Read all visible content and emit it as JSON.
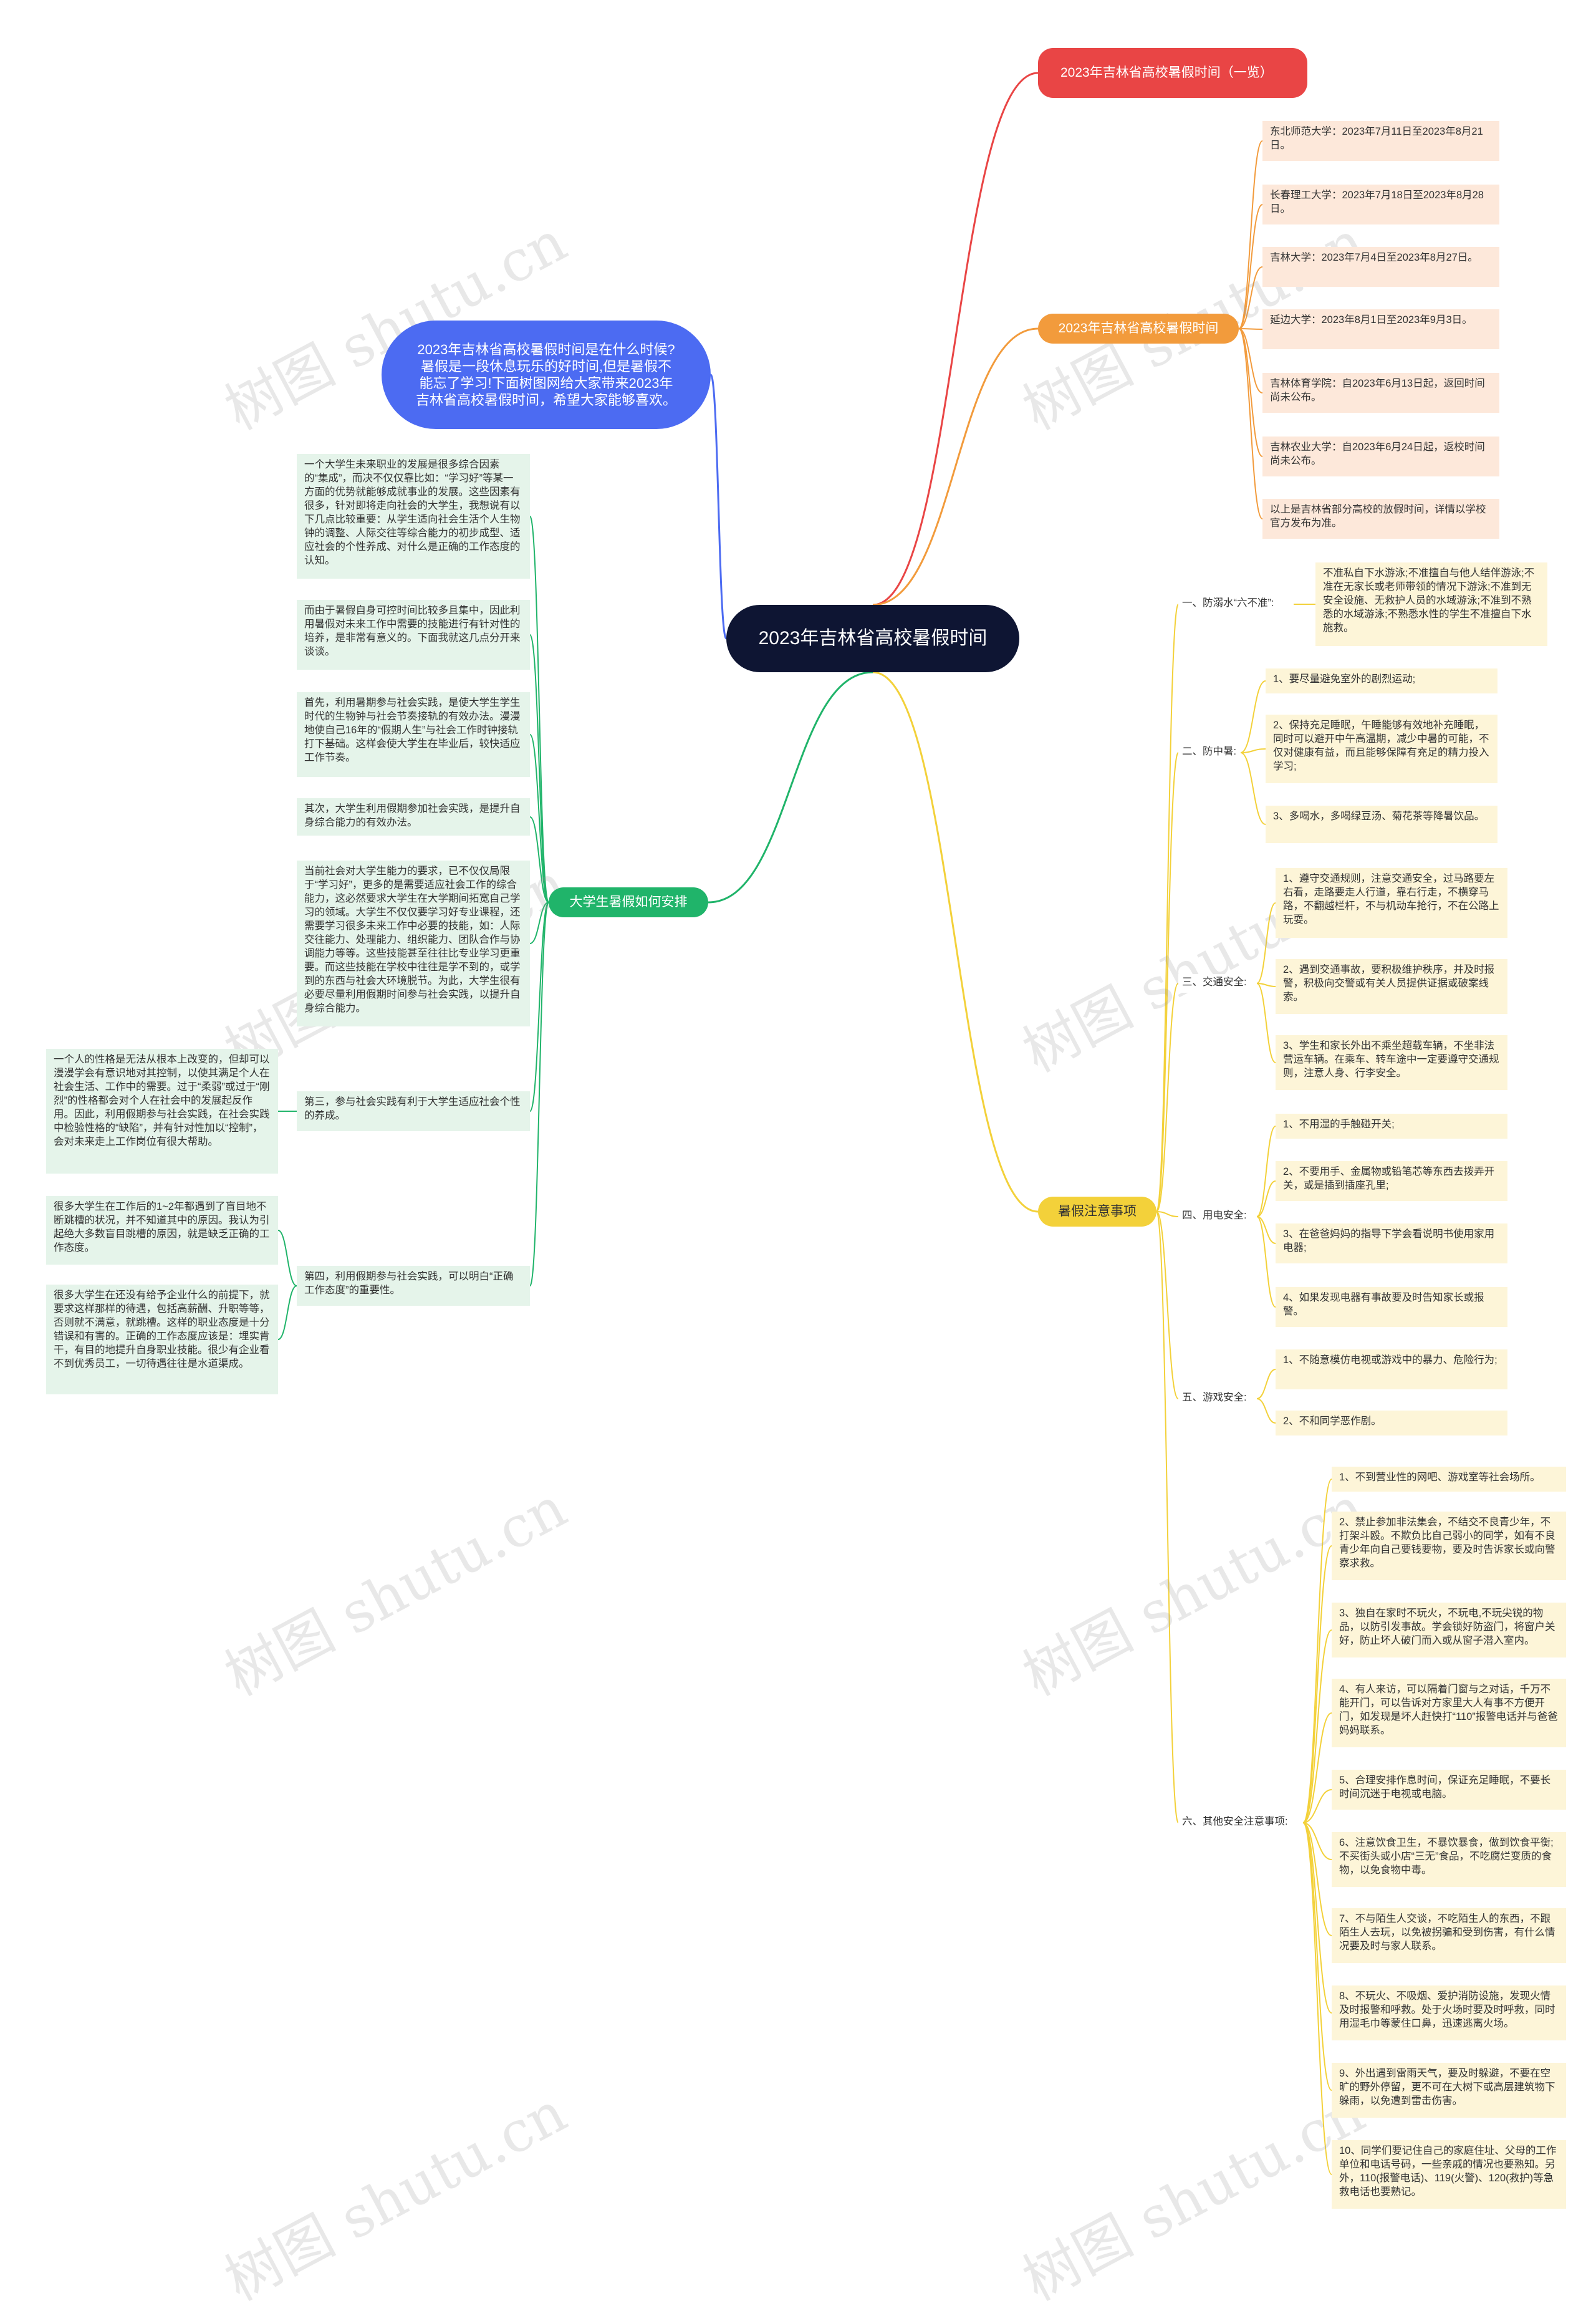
{
  "center": "2023年吉林省高校暑假时间",
  "intro": "2023年吉林省高校暑假时间是在什么时候?暑假是一段休息玩乐的好时间,但是暑假不能忘了学习!下面树图网给大家带来2023年吉林省高校暑假时间，希望大家能够喜欢。",
  "watermark": "树图 shutu.cn",
  "branches": {
    "red": {
      "label": "2023年吉林省高校暑假时间（一览）"
    },
    "orange": {
      "label": "2023年吉林省高校暑假时间",
      "items": [
        "东北师范大学：2023年7月11日至2023年8月21日。",
        "长春理工大学：2023年7月18日至2023年8月28日。",
        "吉林大学：2023年7月4日至2023年8月27日。",
        "延边大学：2023年8月1日至2023年9月3日。",
        "吉林体育学院：自2023年6月13日起，返回时间尚未公布。",
        "吉林农业大学：自2023年6月24日起，返校时间尚未公布。",
        "以上是吉林省部分高校的放假时间，详情以学校官方发布为准。"
      ]
    },
    "green": {
      "label": "大学生暑假如何安排",
      "items": [
        "一个大学生未来职业的发展是很多综合因素的“集成”，而决不仅仅靠比如：“学习好”等某一方面的优势就能够成就事业的发展。这些因素有很多，针对即将走向社会的大学生，我想说有以下几点比较重要：从学生适向社会生活个人生物钟的调整、人际交往等综合能力的初步成型、适应社会的个性养成、对什么是正确的工作态度的认知。",
        "而由于暑假自身可控时间比较多且集中，因此利用暑假对未来工作中需要的技能进行有针对性的培养，是非常有意义的。下面我就这几点分开来谈谈。",
        "首先，利用暑期参与社会实践，是使大学生学生时代的生物钟与社会节奏接轨的有效办法。漫漫地使自己16年的“假期人生”与社会工作时钟接轨打下基础。这样会使大学生在毕业后，较快适应工作节奏。",
        "其次，大学生利用假期参加社会实践，是提升自身综合能力的有效办法。",
        "当前社会对大学生能力的要求，已不仅仅局限于“学习好”，更多的是需要适应社会工作的综合能力，这必然要求大学生在大学期间拓宽自己学习的领域。大学生不仅仅要学习好专业课程，还需要学习很多未来工作中必要的技能，如：人际交往能力、处理能力、组织能力、团队合作与协调能力等等。这些技能甚至往往比专业学习更重要。而这些技能在学校中往往是学不到的，或学到的东西与社会大环境脱节。为此，大学生很有必要尽量利用假期时间参与社会实践，以提升自身综合能力。",
        "第三，参与社会实践有利于大学生适应社会个性的养成。",
        "第四，利用假期参与社会实践，可以明白“正确工作态度”的重要性。"
      ],
      "third_detail": "一个人的性格是无法从根本上改变的，但却可以漫漫学会有意识地对其控制，以使其满足个人在社会生活、工作中的需要。过于“柔弱”或过于“刚烈”的性格都会对个人在社会中的发展起反作用。因此，利用假期参与社会实践，在社会实践中检验性格的“缺陷”，并有针对性加以“控制”，会对未来走上工作岗位有很大帮助。",
      "fourth_details": [
        "很多大学生在工作后的1~2年都遇到了盲目地不断跳槽的状况，并不知道其中的原因。我认为引起绝大多数盲目跳槽的原因，就是缺乏正确的工作态度。",
        "很多大学生在还没有给予企业什么的前提下，就要求这样那样的待遇，包括高薪酬、升职等等，否则就不满意，就跳槽。这样的职业态度是十分错误和有害的。正确的工作态度应该是：埋实肯干，有目的地提升自身职业技能。很少有企业看不到优秀员工，一切待遇往往是水道渠成。"
      ]
    },
    "yellow": {
      "label": "暑假注意事项",
      "subs": [
        {
          "label": "一、防溺水“六不准”:",
          "items": [
            "不准私自下水游泳;不准擅自与他人结伴游泳;不准在无家长或老师带领的情况下游泳;不准到无安全设施、无救护人员的水域游泳;不准到不熟悉的水域游泳;不熟悉水性的学生不准擅自下水施救。"
          ]
        },
        {
          "label": "二、防中暑:",
          "items": [
            "1、要尽量避免室外的剧烈运动;",
            "2、保持充足睡眠，午睡能够有效地补充睡眠，同时可以避开中午高温期，减少中暑的可能，不仅对健康有益，而且能够保障有充足的精力投入学习;",
            "3、多喝水，多喝绿豆汤、菊花茶等降暑饮品。"
          ]
        },
        {
          "label": "三、交通安全:",
          "items": [
            "1、遵守交通规则，注意交通安全，过马路要左右看，走路要走人行道，靠右行走，不横穿马路，不翻越栏杆，不与机动车抢行，不在公路上玩耍。",
            "2、遇到交通事故，要积极维护秩序，并及时报警，积极向交警或有关人员提供证据或破案线索。",
            "3、学生和家长外出不乘坐超载车辆，不坐非法营运车辆。在乘车、转车途中一定要遵守交通规则，注意人身、行李安全。"
          ]
        },
        {
          "label": "四、用电安全:",
          "items": [
            "1、不用湿的手触碰开关;",
            "2、不要用手、金属物或铅笔芯等东西去拨弄开关，或是插到插座孔里;",
            "3、在爸爸妈妈的指导下学会看说明书使用家用电器;",
            "4、如果发现电器有事故要及时告知家长或报警。"
          ]
        },
        {
          "label": "五、游戏安全:",
          "items": [
            "1、不随意模仿电视或游戏中的暴力、危险行为;",
            "2、不和同学恶作剧。"
          ]
        },
        {
          "label": "六、其他安全注意事项:",
          "items": [
            "1、不到营业性的网吧、游戏室等社会场所。",
            "2、禁止参加非法集会，不结交不良青少年，不打架斗殴。不欺负比自己弱小的同学，如有不良青少年向自己要钱要物，要及时告诉家长或向警察求救。",
            "3、独自在家时不玩火，不玩电,不玩尖锐的物品，以防引发事故。学会锁好防盗门，将窗户关好，防止坏人破门而入或从窗子潜入室内。",
            "4、有人来访，可以隔着门窗与之对话，千万不能开门，可以告诉对方家里大人有事不方便开门，如发现是坏人赶快打“110”报警电话并与爸爸妈妈联系。",
            "5、合理安排作息时间，保证充足睡眠，不要长时间沉迷于电视或电脑。",
            "6、注意饮食卫生，不暴饮暴食，做到饮食平衡;不买街头或小店“三无”食品，不吃腐烂变质的食物，以免食物中毒。",
            "7、不与陌生人交谈，不吃陌生人的东西，不跟陌生人去玩，以免被拐骗和受到伤害，有什么情况要及时与家人联系。",
            "8、不玩火、不吸烟、爱护消防设施，发现火情及时报警和呼救。处于火场时要及时呼救，同时用湿毛巾等蒙住口鼻，迅速逃离火场。",
            "9、外出遇到雷雨天气，要及时躲避，不要在空旷的野外停留，更不可在大树下或高层建筑物下躲雨，以免遭到雷击伤害。",
            "10、同学们要记住自己的家庭住址、父母的工作单位和电话号码，一些亲戚的情况也要熟知。另外，110(报警电话)、119(火警)、120(救护)等急救电话也要熟记。"
          ]
        }
      ]
    }
  }
}
